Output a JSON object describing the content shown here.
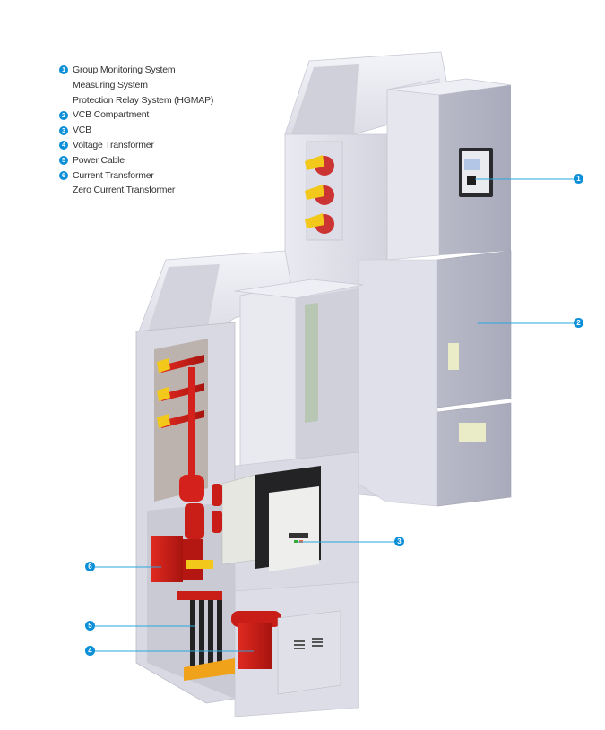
{
  "legend": {
    "items": [
      {
        "number": "1",
        "lines": [
          "Group Monitoring System",
          "Measuring System",
          "Protection Relay System (HGMAP)"
        ]
      },
      {
        "number": "2",
        "lines": [
          "VCB Compartment"
        ]
      },
      {
        "number": "3",
        "lines": [
          "VCB"
        ]
      },
      {
        "number": "4",
        "lines": [
          "Voltage Transformer"
        ]
      },
      {
        "number": "5",
        "lines": [
          "Power Cable"
        ]
      },
      {
        "number": "6",
        "lines": [
          "Current Transformer",
          "Zero Current Transformer"
        ]
      }
    ]
  },
  "callouts": [
    {
      "number": "1",
      "target": "Protection relay panel"
    },
    {
      "number": "2",
      "target": "VCB compartment door"
    },
    {
      "number": "3",
      "target": "VCB front panel"
    },
    {
      "number": "4",
      "target": "Voltage transformer"
    },
    {
      "number": "5",
      "target": "Power cables"
    },
    {
      "number": "6",
      "target": "Current transformer"
    }
  ],
  "colors": {
    "accent": "#0a8fd8",
    "leader_line": "#2aa7dd",
    "cabinet": "#d9dae4",
    "busbar_red": "#d4211b",
    "busbar_tip_yellow": "#f2c81a",
    "vcb_black": "#222222"
  }
}
